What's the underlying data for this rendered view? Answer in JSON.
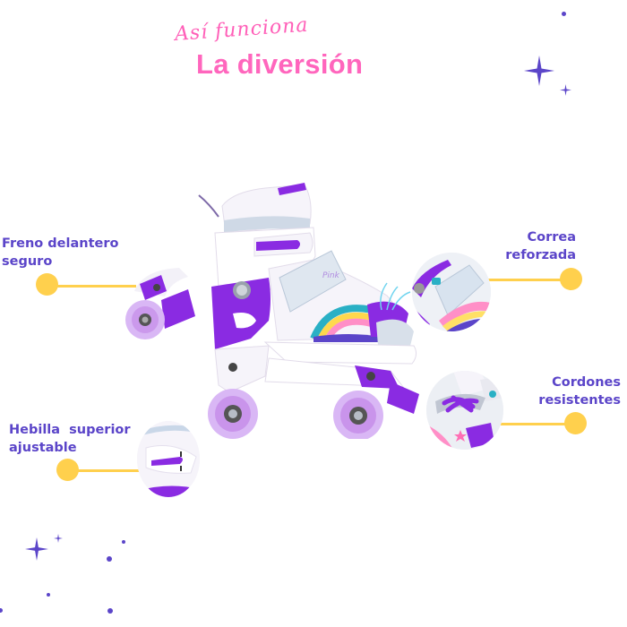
{
  "header": {
    "script_text": "Así funciona",
    "title": "La diversión"
  },
  "colors": {
    "title_pink": "#ff66bd",
    "label_purple": "#5b45c9",
    "connector_yellow": "#ffd04d",
    "skate_purple": "#8a2be2",
    "skate_white": "#f6f4fa"
  },
  "features": [
    {
      "id": "brake",
      "label_line1": "Freno delantero",
      "label_line2": "seguro",
      "side": "left"
    },
    {
      "id": "buckle",
      "label_line1": "Hebilla  superior",
      "label_line2": "ajustable",
      "side": "left"
    },
    {
      "id": "strap",
      "label_line1": "Correa",
      "label_line2": "reforzada",
      "side": "right"
    },
    {
      "id": "laces",
      "label_line1": "Cordones",
      "label_line2": "resistentes",
      "side": "right"
    }
  ],
  "product": {
    "image_alt": "Patín quad infantil morado con arcoíris y ruedas luminosas",
    "strap_brand": "Pink"
  },
  "decorations": {
    "stars": [
      "sparkle-large-top-right",
      "sparkle-small-top-right",
      "sparkle-large-bottom-left",
      "sparkle-small-bottom-left"
    ]
  }
}
